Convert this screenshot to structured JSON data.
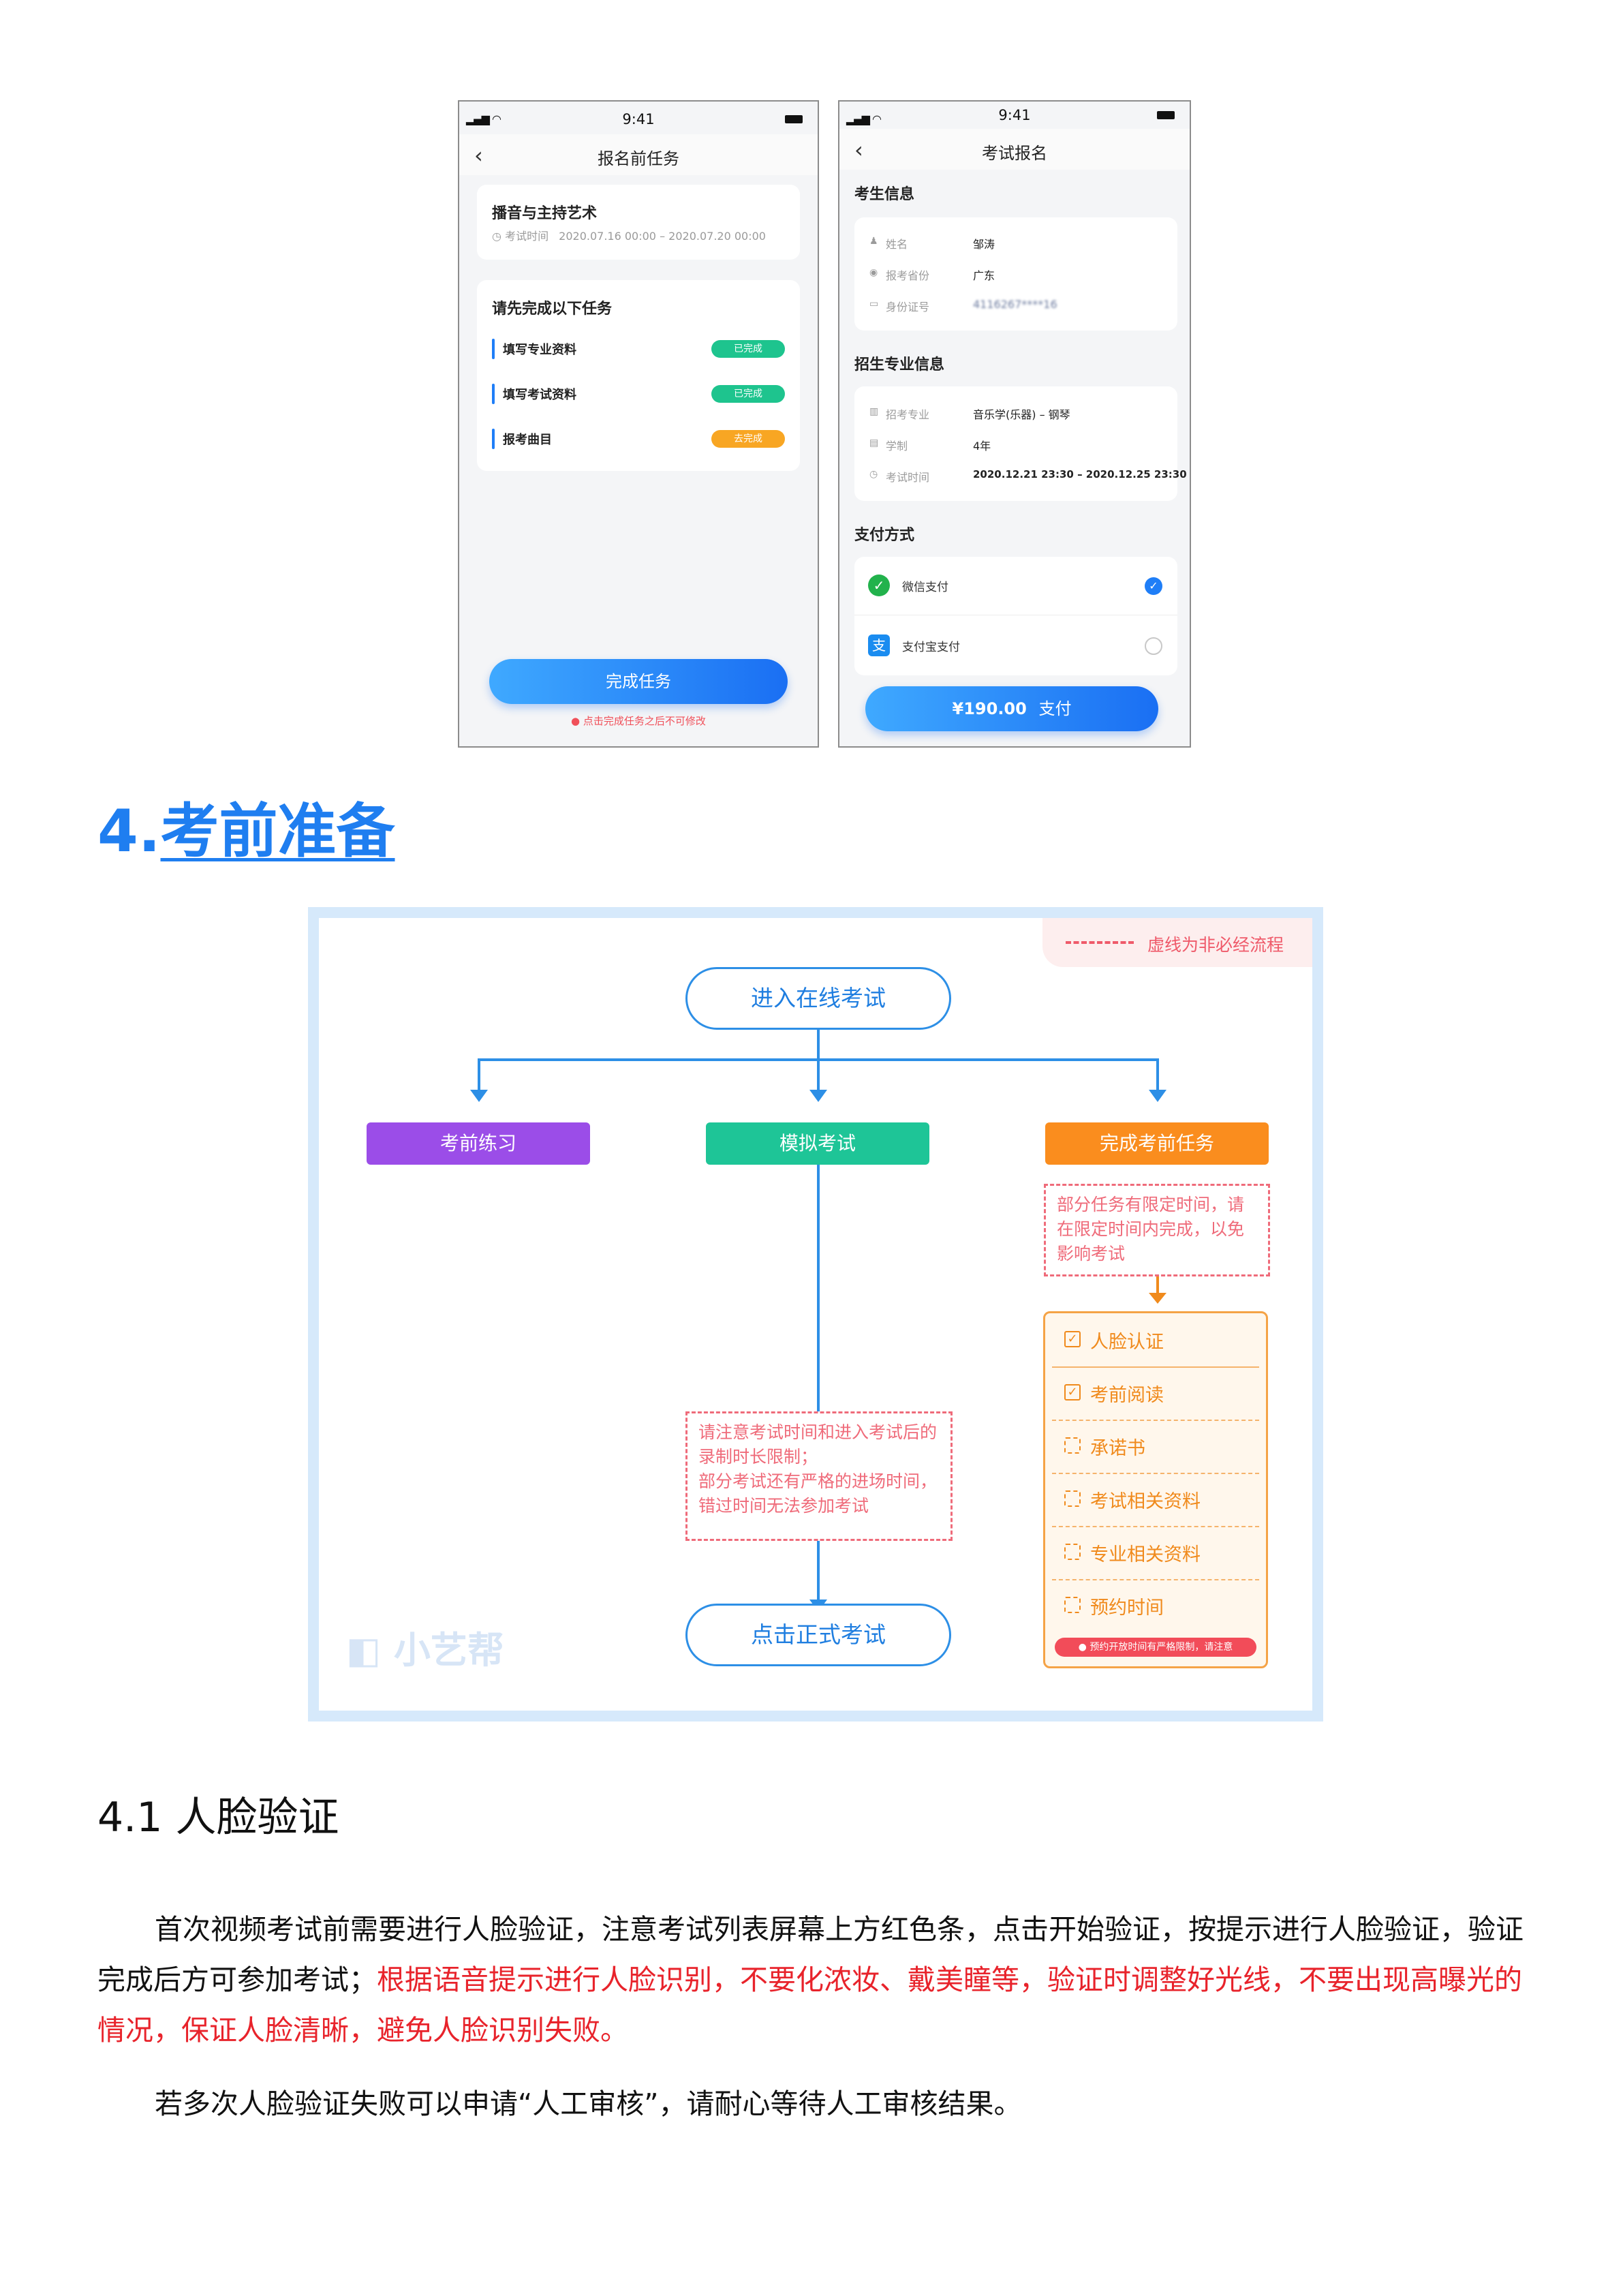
{
  "phone1": {
    "status_time": "9:41",
    "title": "报名前任务",
    "exam_name": "播音与主持艺术",
    "exam_time_label": "考试时间",
    "exam_time": "2020.07.16 00:00 – 2020.07.20 00:00",
    "tasks_heading": "请先完成以下任务",
    "tasks": [
      {
        "label": "填写专业资料",
        "status": "已完成",
        "color": "#1ec48e"
      },
      {
        "label": "填写考试资料",
        "status": "已完成",
        "color": "#1ec48e"
      },
      {
        "label": "报考曲目",
        "status": "去完成",
        "color": "#f8a623"
      }
    ],
    "complete_button": "完成任务",
    "hint": "点击完成任务之后不可修改"
  },
  "phone2": {
    "status_time": "9:41",
    "title": "考试报名",
    "candidate_heading": "考生信息",
    "candidate_rows": [
      {
        "key": "姓名",
        "value": "邹涛"
      },
      {
        "key": "报考省份",
        "value": "广东"
      },
      {
        "key": "身份证号",
        "value": "4116267****16"
      }
    ],
    "major_heading": "招生专业信息",
    "major_rows": [
      {
        "key": "招考专业",
        "value": "音乐学(乐器) – 钢琴"
      },
      {
        "key": "学制",
        "value": "4年"
      },
      {
        "key": "考试时间",
        "value": "2020.12.21 23:30 – 2020.12.25 23:30"
      }
    ],
    "payment_heading": "支付方式",
    "payments": [
      {
        "label": "微信支付",
        "selected": true
      },
      {
        "label": "支付宝支付",
        "selected": false
      }
    ],
    "pay_amount": "¥190.00",
    "pay_label": "支付"
  },
  "heading4": {
    "number": "4.",
    "text": "考前准备"
  },
  "flow": {
    "legend": "虚线为非必经流程",
    "start": "进入在线考试",
    "branch_practice": "考前练习",
    "branch_mock": "模拟考试",
    "branch_tasks": "完成考前任务",
    "task_note_lines": [
      "部分任务有限定时间，请",
      "在限定时间内完成，以免",
      "影响考试"
    ],
    "task_items": [
      "人脸认证",
      "考前阅读",
      "承诺书",
      "考试相关资料",
      "专业相关资料",
      "预约时间"
    ],
    "task_warning": "预约开放时间有严格限制，请注意",
    "exam_note_lines": [
      "请注意考试时间和进入考试后的",
      "录制时长限制；",
      "部分考试还有严格的进场时间，",
      "错过时间无法参加考试"
    ],
    "end": "点击正式考试",
    "watermark": "小艺帮",
    "colors": {
      "practice": "#9b4de8",
      "mock": "#1ec597",
      "tasks": "#fa8d1e",
      "line": "#2d8fe6"
    }
  },
  "section41": {
    "heading": "4.1 人脸验证",
    "para1_black": "首次视频考试前需要进行人脸验证，注意考试列表屏幕上方红色条，点击开始验证，按提示进行人脸验证，验证完成后方可参加考试；",
    "para1_red": "根据语音提示进行人脸识别，不要化浓妆、戴美瞳等，验证时调整好光线，不要出现高曝光的情况，保证人脸清晰，避免人脸识别失败。",
    "para2": "若多次人脸验证失败可以申请“人工审核”，请耐心等待人工审核结果。"
  }
}
